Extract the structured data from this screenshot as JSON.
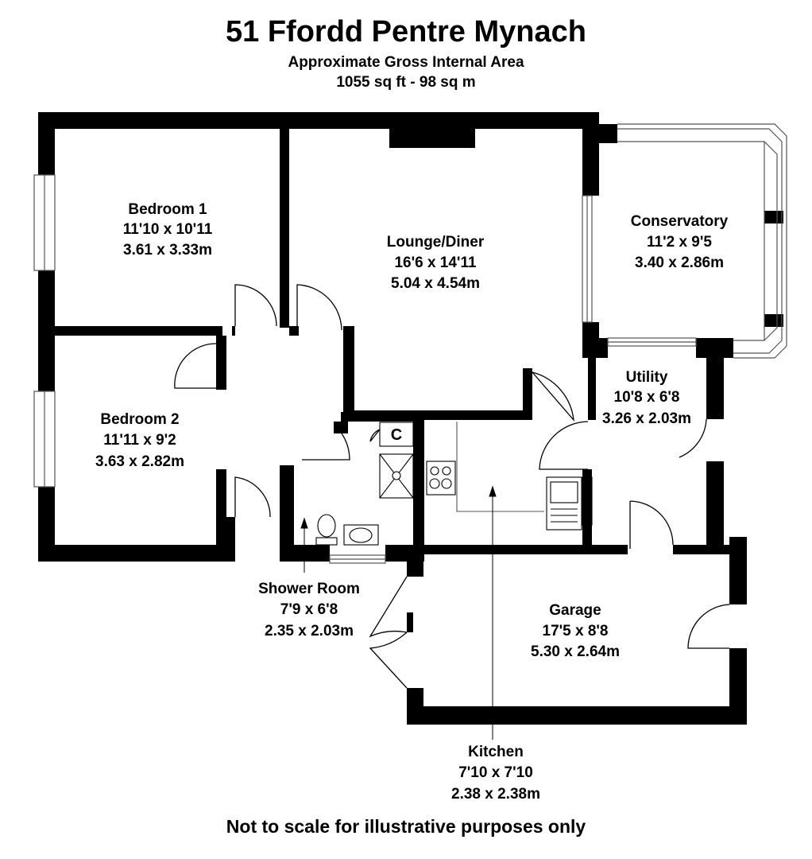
{
  "header": {
    "title": "51 Ffordd Pentre Mynach",
    "area_label": "Approximate Gross Internal Area",
    "area_value": "1055 sq ft - 98 sq m"
  },
  "rooms": {
    "bedroom1": {
      "name": "Bedroom 1",
      "imperial": "11'10 x 10'11",
      "metric": "3.61 x 3.33m"
    },
    "bedroom2": {
      "name": "Bedroom 2",
      "imperial": "11'11 x 9'2",
      "metric": "3.63 x 2.82m"
    },
    "lounge": {
      "name": "Lounge/Diner",
      "imperial": "16'6 x 14'11",
      "metric": "5.04 x 4.54m"
    },
    "conservatory": {
      "name": "Conservatory",
      "imperial": "11'2 x 9'5",
      "metric": "3.40 x 2.86m"
    },
    "utility": {
      "name": "Utility",
      "imperial": "10'8 x 6'8",
      "metric": "3.26 x 2.03m"
    },
    "shower": {
      "name": "Shower Room",
      "imperial": "7'9 x 6'8",
      "metric": "2.35 x 2.03m"
    },
    "garage": {
      "name": "Garage",
      "imperial": "17'5 x 8'8",
      "metric": "5.30 x 2.64m"
    },
    "kitchen": {
      "name": "Kitchen",
      "imperial": "7'10 x 7'10",
      "metric": "2.38 x 2.38m"
    }
  },
  "cupboard_label": "C",
  "footer": {
    "disclaimer": "Not to scale for illustrative purposes only"
  },
  "colors": {
    "wall": "#000000",
    "background": "#ffffff",
    "thin_line": "#555555"
  }
}
